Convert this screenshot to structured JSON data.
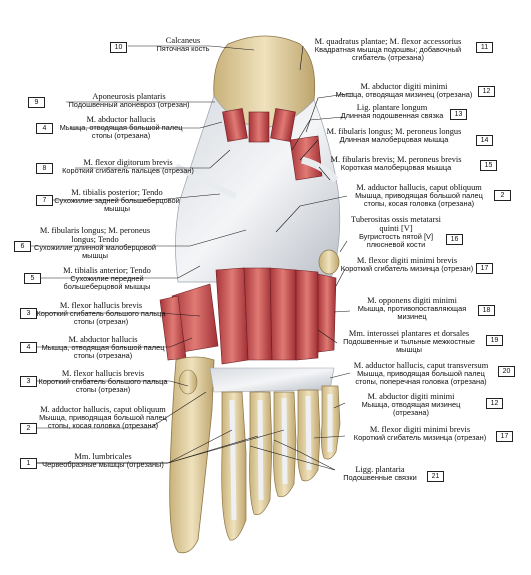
{
  "labels": {
    "l10": {
      "num": "10",
      "lat": "Calcaneus",
      "ru": "Пяточная кость"
    },
    "l11": {
      "num": "11",
      "lat": "M. quadratus plantae; M. flexor accessorius",
      "ru": "Квадратная мышца подошвы; добавочный сгибатель (отрезана)"
    },
    "l9": {
      "num": "9",
      "lat": "Aponeurosis plantaris",
      "ru": "Подошвенный апоневроз (отрезан)"
    },
    "l12a": {
      "num": "12",
      "lat": "M. abductor digiti minimi",
      "ru": "Мышца, отводящая мизинец (отрезана)"
    },
    "l13": {
      "num": "13",
      "lat": "Lig. plantare longum",
      "ru": "Длинная подошвенная связка"
    },
    "l4a": {
      "num": "4",
      "lat": "M. abductor hallucis",
      "ru": "Мышца, отводящая большой палец стопы (отрезана)"
    },
    "l14": {
      "num": "14",
      "lat": "M. fibularis longus; M. peroneus longus",
      "ru": "Длинная малоберцовая мышца"
    },
    "l8": {
      "num": "8",
      "lat": "M. flexor digitorum brevis",
      "ru": "Короткий сгибатель пальцев (отрезан)"
    },
    "l15": {
      "num": "15",
      "lat": "M. fibularis brevis; M. peroneus brevis",
      "ru": "Короткая малоберцовая мышца"
    },
    "l7": {
      "num": "7",
      "lat": "M. tibialis posterior; Tendo",
      "ru": "Сухожилие задней большеберцовой мышцы"
    },
    "l2a": {
      "num": "2",
      "lat": "M. adductor hallucis, caput obliquum",
      "ru": "Мышца, приводящая большой палец стопы, косая головка (отрезана)"
    },
    "l6": {
      "num": "6",
      "lat": "M. fibularis longus; M. peroneus longus; Tendo",
      "ru": "Сухожилие длинной малоберцовой мышцы"
    },
    "l16": {
      "num": "16",
      "lat": "Tuberositas ossis metatarsi quinti [V]",
      "ru": "Бугристость пятой [V] плюсневой кости"
    },
    "l5": {
      "num": "5",
      "lat": "M. tibialis anterior; Tendo",
      "ru": "Сухожилие передней большеберцовой мышцы"
    },
    "l17a": {
      "num": "17",
      "lat": "M. flexor digiti minimi brevis",
      "ru": "Короткий сгибатель мизинца (отрезан)"
    },
    "l3a": {
      "num": "3",
      "lat": "M. flexor hallucis brevis",
      "ru": "Короткий сгибатель большого пальца стопы (отрезан)"
    },
    "l18": {
      "num": "18",
      "lat": "M. opponens digiti minimi",
      "ru": "Мышца, противопоставляющая мизинец"
    },
    "l4b": {
      "num": "4",
      "lat": "M. abductor hallucis",
      "ru": "Мышца, отводящая большой палец стопы (отрезана)"
    },
    "l19": {
      "num": "19",
      "lat": "Mm. interossei plantares et dorsales",
      "ru": "Подошвенные и тыльные межкостные мышцы"
    },
    "l3b": {
      "num": "3",
      "lat": "M. flexor hallucis brevis",
      "ru": "Короткий сгибатель большого пальца стопы (отрезан)"
    },
    "l20": {
      "num": "20",
      "lat": "M. adductor hallucis, caput transversum",
      "ru": "Мышца, приводящая большой палец стопы, поперечная головка (отрезана)"
    },
    "l2b": {
      "num": "2",
      "lat": "M. adductor hallucis, caput obliquum",
      "ru": "Мышца, приводящая большой палец стопы, косая головка (отрезана)"
    },
    "l12b": {
      "num": "12",
      "lat": "M. abductor digiti minimi",
      "ru": "Мышца, отводящая мизинец (отрезана)"
    },
    "l17b": {
      "num": "17",
      "lat": "M. flexor digiti minimi brevis",
      "ru": "Короткий сгибатель мизинца (отрезан)"
    },
    "l1": {
      "num": "1",
      "lat": "Mm. lumbricales",
      "ru": "Червеобразные мышцы (отрезаны)"
    },
    "l21": {
      "num": "21",
      "lat": "Ligg. plantaria",
      "ru": "Подошвенные связки"
    }
  }
}
